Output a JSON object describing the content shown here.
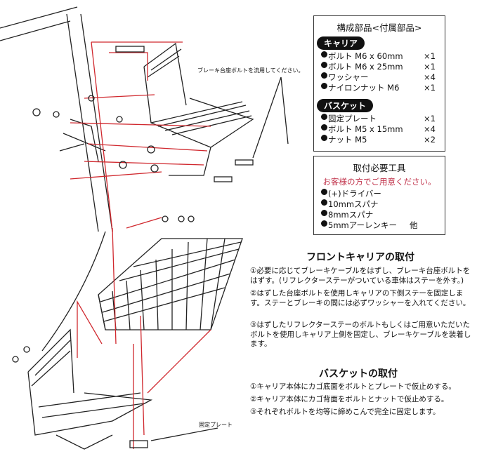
{
  "parts": {
    "title": "構成部品<付属部品>",
    "carrier_label": "キャリア",
    "carrier_items": [
      {
        "name": "ボルト M6 x 60mm",
        "qty": "×1"
      },
      {
        "name": "ボルト M6 x 25mm",
        "qty": "×1"
      },
      {
        "name": "ワッシャー",
        "qty": "×4"
      },
      {
        "name": "ナイロンナット M6",
        "qty": "×1"
      }
    ],
    "basket_label": "バスケット",
    "basket_items": [
      {
        "name": "固定プレート",
        "qty": "×1"
      },
      {
        "name": "ボルト M5 x 15mm",
        "qty": "×4"
      },
      {
        "name": "ナット M5",
        "qty": "×2"
      }
    ]
  },
  "tools": {
    "title": "取付必要工具",
    "notice": "お客様の方でご用意ください。",
    "notice_color": "#c0324a",
    "items": [
      "(+)ドライバー",
      "10mmスパナ",
      "8mmスパナ",
      "5mmアーレンキー"
    ],
    "etc": "他"
  },
  "diagram": {
    "brake_note": "ブレーキ台座ボルトを流用してください。",
    "plate_label": "固定プレート",
    "guide_color": "#d0282e"
  },
  "front_carrier": {
    "title": "フロントキャリアの取付",
    "steps": [
      "①必要に応じてブレーキケーブルをはずし、ブレーキ台座ボルトをはずす。(リフレクターステーがついている車体はステーを外す。)",
      "②はずした台座ボルトを使用しキャリアの下側ステーを固定します。ステーとブレーキの間には必ずワッシャーを入れてください。",
      "③はずしたリフレクターステーのボルトもしくはご用意いただいたボルトを使用しキャリア上側を固定し、ブレーキケーブルを装着します。"
    ]
  },
  "basket": {
    "title": "バスケットの取付",
    "steps": [
      "①キャリア本体にカゴ底面をボルトとプレートで仮止めする。",
      "②キャリア本体にカゴ背面をボルトとナットで仮止めする。",
      "③それぞれボルトを均等に締めこんで完全に固定します。"
    ]
  }
}
